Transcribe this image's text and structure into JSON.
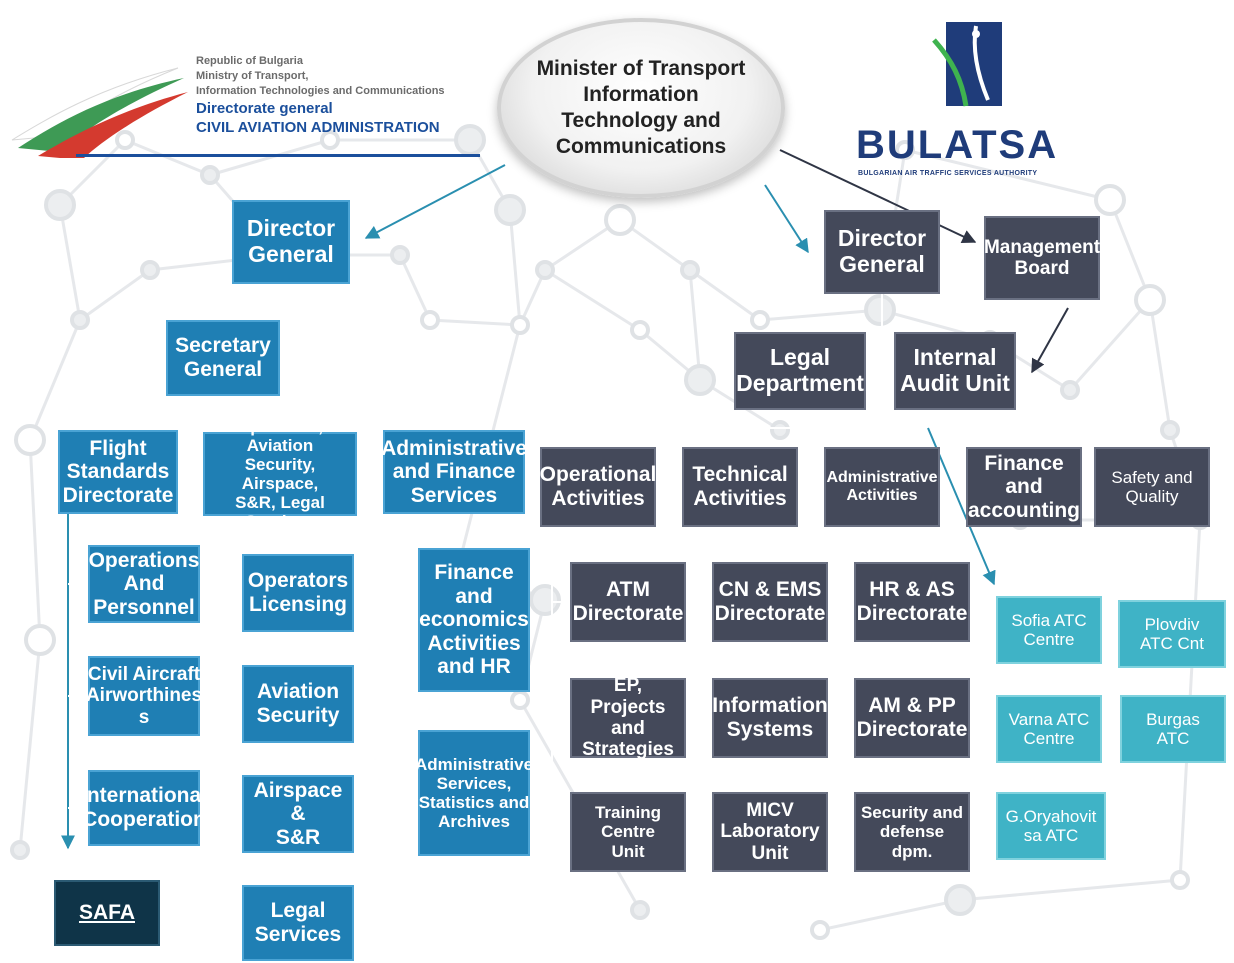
{
  "caa_header": {
    "line1": "Republic of Bulgaria",
    "line2": "Ministry of Transport,",
    "line3": "Information Technologies and Communications",
    "line4": "Directorate general",
    "line5": "CIVIL AVIATION ADMINISTRATION"
  },
  "bulatsa_header": {
    "name": "BULATSA",
    "subtitle": "BULGARIAN AIR TRAFFIC SERVICES AUTHORITY"
  },
  "minister": "Minister of Transport\nInformation\nTechnology and\nCommunications",
  "caa": {
    "director_general": "Director\nGeneral",
    "secretary_general": "Secretary\nGeneral",
    "flight_standards": "Flight\nStandards\nDirectorate",
    "operators": "Operators, Aviation\nSecurity, Airspace,\nS&R, Legal Services",
    "admin_finance": "Administrative\nand Finance\nServices",
    "ops_personnel": "Operations\nAnd\nPersonnel",
    "civil_aircraft": "Civil Aircraft\nAirworthines\ns",
    "international": "International\nCooperation",
    "safa": "SAFA",
    "operators_licensing": "Operators\nLicensing",
    "aviation_security": "Aviation\nSecurity",
    "airspace_sr": "Airspace &\nS&R",
    "legal_services": "Legal\nServices",
    "finance_econ": "Finance and\neconomics\nActivities\nand HR",
    "admin_services": "Administrative\nServices,\nStatistics and\nArchives"
  },
  "bulatsa": {
    "director_general": "Director\nGeneral",
    "management_board": "Management\nBoard",
    "legal_department": "Legal\nDepartment",
    "internal_audit": "Internal\nAudit Unit",
    "operational": "Operational\nActivities",
    "technical": "Technical\nActivities",
    "administrative": "Administrative\nActivities",
    "finance_accounting": "Finance and\naccounting",
    "safety_quality": "Safety and\nQuality",
    "atm": "ATM\nDirectorate",
    "ep_projects": "EP, Projects\nand Strategies",
    "training_centre": "Training Centre\nUnit",
    "cn_ems": "CN & EMS\nDirectorate",
    "information_systems": "Information\nSystems",
    "micv_lab": "MICV\nLaboratory\nUnit",
    "hr_as": "HR & AS\nDirectorate",
    "am_pp": "AM & PP\nDirectorate",
    "security_defense": "Security and\ndefense dpm."
  },
  "atc": {
    "sofia": "Sofia ATC\nCentre",
    "plovdiv": "Plovdiv\nATC Cnt",
    "varna": "Varna ATC\nCentre",
    "burgas": "Burgas\nATC",
    "gorna": "G.Oryahovit\nsa ATC"
  },
  "colors": {
    "caa_box": "#1f7fb4",
    "bulatsa_box": "#44495a",
    "atc_box": "#3fb3c6",
    "safa_box": "#0f3448",
    "connector_arrow": "#2a8fb0"
  }
}
